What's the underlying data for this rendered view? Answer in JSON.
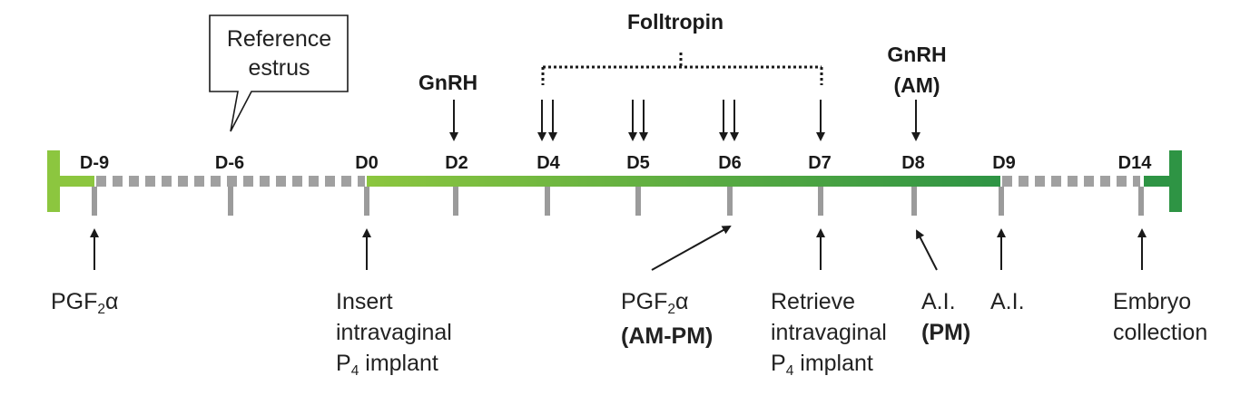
{
  "timeline": {
    "days": [
      "D-9",
      "D-6",
      "D0",
      "D2",
      "D4",
      "D5",
      "D6",
      "D7",
      "D8",
      "D9",
      "D14"
    ],
    "colors": {
      "light_green": "#8cc63f",
      "dark_green": "#2e9444",
      "tick_gray": "#9b9b9b",
      "dash_gray": "#a0a0a0",
      "arrow": "#1a1a1a"
    }
  },
  "callout": {
    "line1": "Reference",
    "line2": "estrus"
  },
  "folltropin": {
    "label": "Folltropin"
  },
  "gnrh_d2": {
    "label": "GnRH"
  },
  "gnrh_d8": {
    "line1": "GnRH",
    "line2": "(AM)"
  },
  "events": {
    "pgf_d9": {
      "prefix": "PGF",
      "sub": "2",
      "suffix": "α"
    },
    "insert": {
      "line1": "Insert",
      "line2": "intravaginal",
      "line3_prefix": "P",
      "line3_sub": "4",
      "line3_suffix": " implant"
    },
    "pgf_d6": {
      "prefix": "PGF",
      "sub": "2",
      "suffix": "α",
      "line2": "(AM-PM)"
    },
    "retrieve": {
      "line1": "Retrieve",
      "line2": "intravaginal",
      "line3_prefix": "P",
      "line3_sub": "4",
      "line3_suffix": " implant"
    },
    "ai_pm": {
      "line1": "A.I.",
      "line2": "(PM)"
    },
    "ai_d9": {
      "line1": "A.I."
    },
    "embryo": {
      "line1": "Embryo",
      "line2": "collection"
    }
  }
}
